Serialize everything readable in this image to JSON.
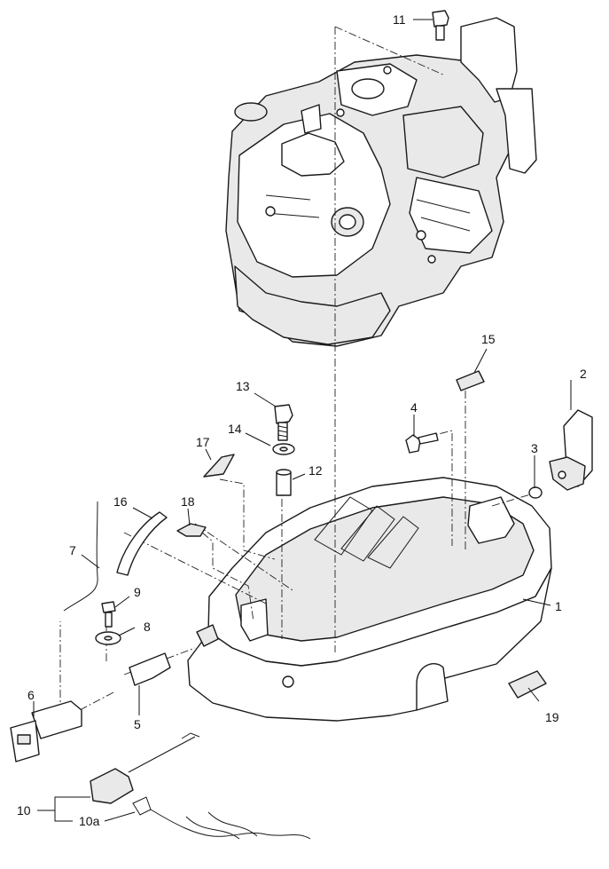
{
  "callouts": [
    {
      "id": "c1",
      "text": "1"
    },
    {
      "id": "c2",
      "text": "2"
    },
    {
      "id": "c3",
      "text": "3"
    },
    {
      "id": "c4",
      "text": "4"
    },
    {
      "id": "c5",
      "text": "5"
    },
    {
      "id": "c6",
      "text": "6"
    },
    {
      "id": "c7",
      "text": "7"
    },
    {
      "id": "c8",
      "text": "8"
    },
    {
      "id": "c9",
      "text": "9"
    },
    {
      "id": "c10",
      "text": "10"
    },
    {
      "id": "c10a",
      "text": "10a"
    },
    {
      "id": "c11",
      "text": "11"
    },
    {
      "id": "c12",
      "text": "12"
    },
    {
      "id": "c13",
      "text": "13"
    },
    {
      "id": "c14",
      "text": "14"
    },
    {
      "id": "c15",
      "text": "15"
    },
    {
      "id": "c16",
      "text": "16"
    },
    {
      "id": "c17",
      "text": "17"
    },
    {
      "id": "c18",
      "text": "18"
    },
    {
      "id": "c19",
      "text": "19"
    }
  ]
}
